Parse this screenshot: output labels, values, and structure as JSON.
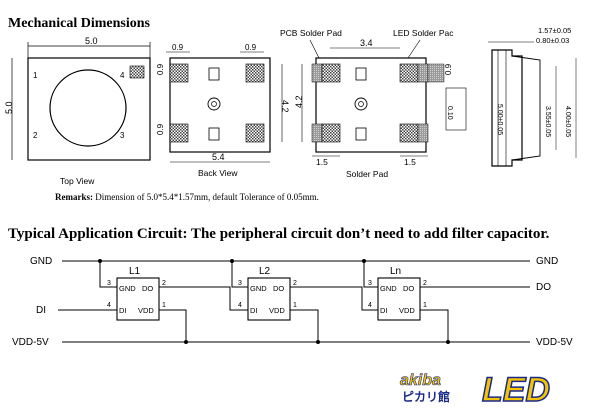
{
  "mechanical": {
    "title": "Mechanical  Dimensions",
    "top_view": {
      "caption": "Top View",
      "width": "5.0",
      "height": "5.0",
      "pin_labels": [
        "1",
        "2",
        "3",
        "4"
      ]
    },
    "back_view": {
      "caption": "Back View",
      "pad_w_left": "0.9",
      "pad_w_right": "0.9",
      "pad_h_top": "0.9",
      "pad_h_bottom": "0.9",
      "height": "4.2",
      "width": "5.4"
    },
    "solder_pad": {
      "caption": "Solder Pad",
      "pcb_label": "PCB Solder Pad",
      "led_label": "LED Solder Pac",
      "pitch": "3.4",
      "side_w": "0.9",
      "height": "4.2",
      "pad_left": "1.5",
      "pad_right": "1.5"
    },
    "side_view": {
      "thickness_top": "1.57±0.05",
      "thickness_bottom": "0.80±0.03",
      "dim_a": "5.00±0.05",
      "dim_b": "3.55±0.05",
      "dim_c": "4.00±0.05",
      "mark": "0.10"
    },
    "remarks_label": "Remarks:",
    "remarks_text": " Dimension of 5.0*5.4*1.57mm, default Tolerance of 0.05mm."
  },
  "circuit": {
    "title": "Typical Application Circuit: The peripheral circuit don’t need to add filter capacitor.",
    "rail_gnd_left": "GND",
    "rail_gnd_right": "GND",
    "signal_in": "DI",
    "signal_out": "DO",
    "rail_vdd_left": "VDD-5V",
    "rail_vdd_right": "VDD-5V",
    "chips": [
      {
        "name": "L1",
        "gnd": "GND",
        "do": "DO",
        "di": "DI",
        "vdd": "VDD",
        "p1": "1",
        "p2": "2",
        "p3": "3",
        "p4": "4"
      },
      {
        "name": "L2",
        "gnd": "GND",
        "do": "DO",
        "di": "DI",
        "vdd": "VDD",
        "p1": "1",
        "p2": "2",
        "p3": "3",
        "p4": "4"
      },
      {
        "name": "Ln",
        "gnd": "GND",
        "do": "DO",
        "di": "DI",
        "vdd": "VDD",
        "p1": "1",
        "p2": "2",
        "p3": "3",
        "p4": "4"
      }
    ]
  },
  "logo": {
    "brand_top": "akiba",
    "brand_kana": "ピカリ館",
    "brand_main": "LED"
  },
  "colors": {
    "pad_hatch": "#555555",
    "logo_yellow": "#f5c400",
    "logo_blue": "#1a2a8a"
  }
}
